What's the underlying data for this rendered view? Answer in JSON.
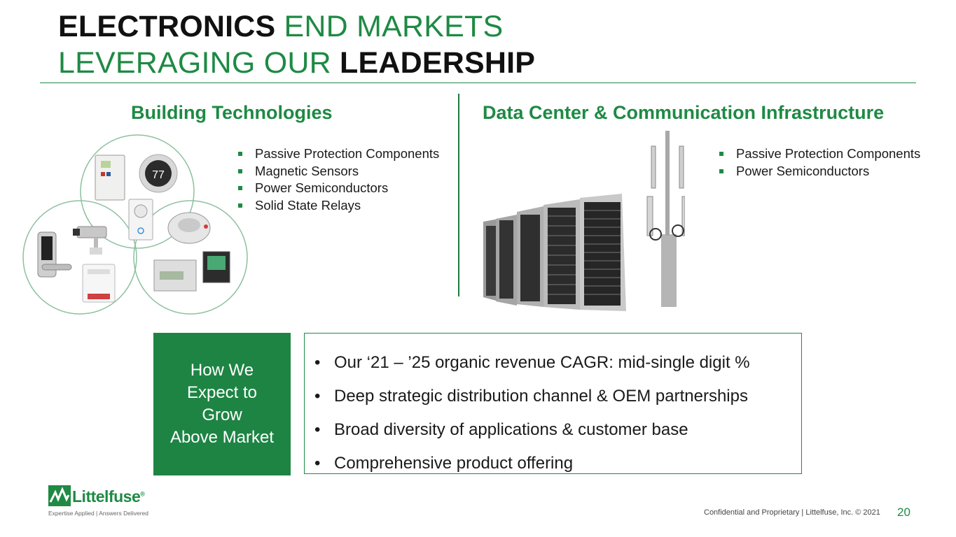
{
  "title": {
    "line1_bold": "ELECTRONICS",
    "line1_rest": " END MARKETS",
    "line2_rest": "LEVERAGING OUR ",
    "line2_bold": "LEADERSHIP"
  },
  "left_section": {
    "heading": "Building Technologies",
    "bullets": [
      "Passive Protection Components",
      "Magnetic Sensors",
      "Power Semiconductors",
      "Solid State Relays"
    ],
    "thermostat_reading": "77"
  },
  "right_section": {
    "heading": "Data Center & Communication Infrastructure",
    "bullets": [
      "Passive Protection Components",
      "Power Semiconductors"
    ]
  },
  "growth": {
    "label_lines": [
      "How We",
      "Expect to",
      "Grow",
      "Above Market"
    ],
    "points": [
      "Our ‘21 – ’25 organic revenue CAGR: mid-single digit %",
      "Deep strategic distribution channel & OEM partnerships",
      "Broad diversity of applications & customer base",
      "Comprehensive product offering"
    ]
  },
  "footer": {
    "logo_name": "Littelfuse",
    "logo_mark": "®",
    "tagline": "Expertise Applied | Answers Delivered",
    "confidential": "Confidential and Proprietary | Littelfuse, Inc. © 2021",
    "page_number": "20"
  },
  "colors": {
    "brand_green": "#1e8a44",
    "box_green": "#1e8444"
  }
}
